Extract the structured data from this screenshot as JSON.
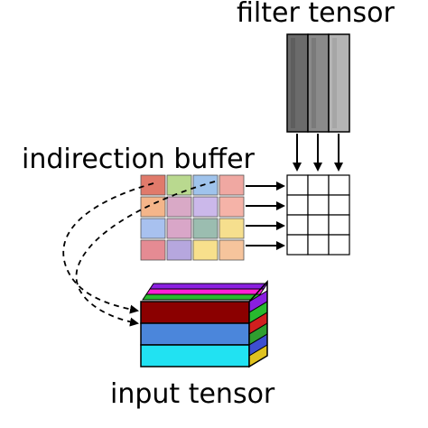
{
  "labels": {
    "filter_tensor": "filter tensor",
    "indirection_buffer": "indirection buffer",
    "input_tensor": "input tensor"
  },
  "caption": "",
  "filter_tensor": {
    "columns": [
      "#6b6b6b",
      "#8a8a8a",
      "#b4b4b4"
    ],
    "column_tops": [
      "#555555",
      "#707070",
      "#9c9c9c"
    ]
  },
  "indirection_buffer": {
    "cells": [
      [
        "#e07a6b",
        "#b9d98f",
        "#9fc3ec",
        "#f0a8a2"
      ],
      [
        "#f4b58a",
        "#d9a9c6",
        "#cbb8ea",
        "#f5b3a8"
      ],
      [
        "#a8c1ef",
        "#d9a6c8",
        "#9bbdb0",
        "#f6df8e"
      ],
      [
        "#e58b93",
        "#b6a7de",
        "#f8e08c",
        "#f6c49c"
      ]
    ]
  },
  "output_grid": {
    "rows": 4,
    "cols": 3
  },
  "input_tensor": {
    "layers": [
      "#8b0000",
      "#4b86db",
      "#21e2f2"
    ],
    "top_colors": [
      "#8a1fe0",
      "#ff1fd6",
      "#28b92f"
    ],
    "side_colors": [
      "#8a1fe0",
      "#28b92f",
      "#d01f1f",
      "#2f9e2f",
      "#3d4fd0",
      "#e0c21f"
    ]
  }
}
